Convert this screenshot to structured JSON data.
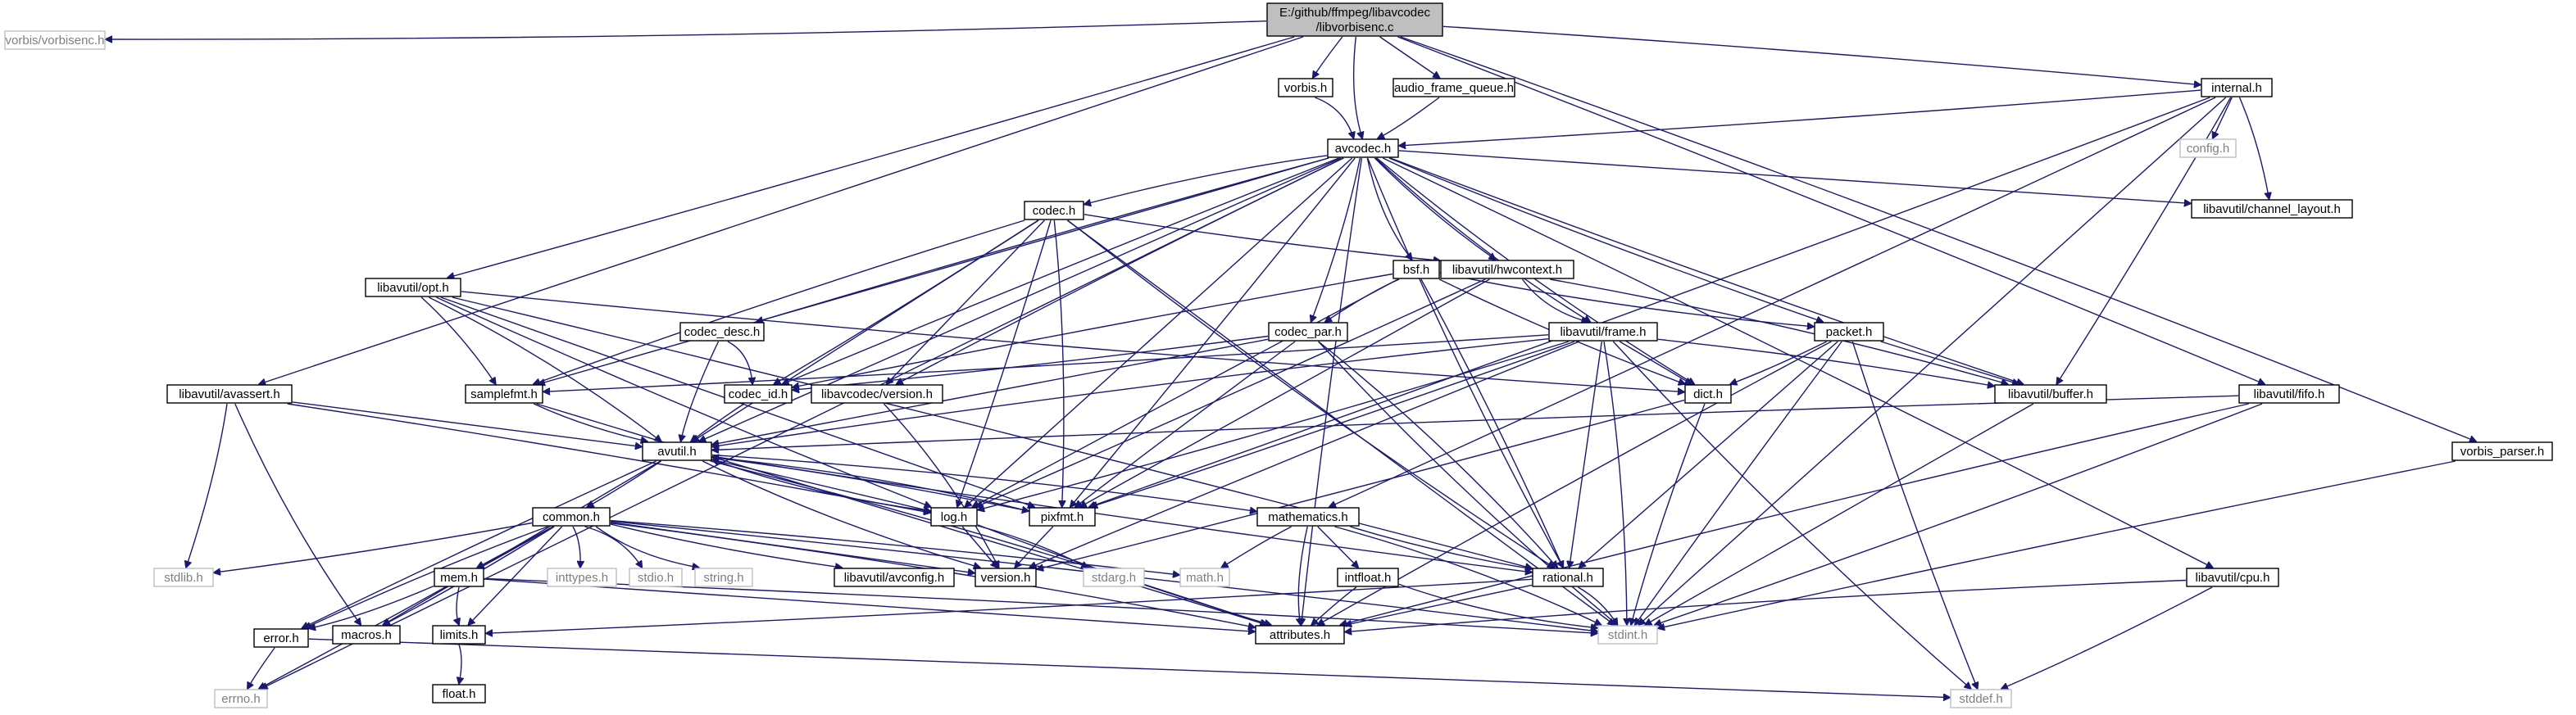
{
  "diagram": {
    "root": "E:/github/ffmpeg/libavcodec/libvorbisenc.c",
    "nodes": [
      {
        "id": "root",
        "lines": [
          "E:/github/ffmpeg/libavcodec",
          "/libvorbisenc.c"
        ],
        "documented": true,
        "root": true
      },
      {
        "id": "vorbisenc_h",
        "lines": [
          "vorbis/vorbisenc.h"
        ],
        "documented": false
      },
      {
        "id": "vorbis_h",
        "lines": [
          "vorbis.h"
        ],
        "documented": true
      },
      {
        "id": "audio_frame_queue_h",
        "lines": [
          "audio_frame_queue.h"
        ],
        "documented": true
      },
      {
        "id": "internal_h",
        "lines": [
          "internal.h"
        ],
        "documented": true
      },
      {
        "id": "vorbis_parser_h",
        "lines": [
          "vorbis_parser.h"
        ],
        "documented": true
      },
      {
        "id": "avcodec_h",
        "lines": [
          "avcodec.h"
        ],
        "documented": true
      },
      {
        "id": "config_h",
        "lines": [
          "config.h"
        ],
        "documented": false
      },
      {
        "id": "channel_layout_h",
        "lines": [
          "libavutil/channel_layout.h"
        ],
        "documented": true
      },
      {
        "id": "codec_h",
        "lines": [
          "codec.h"
        ],
        "documented": true
      },
      {
        "id": "bsf_h",
        "lines": [
          "bsf.h"
        ],
        "documented": true
      },
      {
        "id": "hwcontext_h",
        "lines": [
          "libavutil/hwcontext.h"
        ],
        "documented": true
      },
      {
        "id": "opt_h",
        "lines": [
          "libavutil/opt.h"
        ],
        "documented": true
      },
      {
        "id": "codec_desc_h",
        "lines": [
          "codec_desc.h"
        ],
        "documented": true
      },
      {
        "id": "codec_par_h",
        "lines": [
          "codec_par.h"
        ],
        "documented": true
      },
      {
        "id": "frame_h",
        "lines": [
          "libavutil/frame.h"
        ],
        "documented": true
      },
      {
        "id": "packet_h",
        "lines": [
          "packet.h"
        ],
        "documented": true
      },
      {
        "id": "avassert_h",
        "lines": [
          "libavutil/avassert.h"
        ],
        "documented": true
      },
      {
        "id": "samplefmt_h",
        "lines": [
          "samplefmt.h"
        ],
        "documented": true
      },
      {
        "id": "codec_id_h",
        "lines": [
          "codec_id.h"
        ],
        "documented": true
      },
      {
        "id": "lc_version_h",
        "lines": [
          "libavcodec/version.h"
        ],
        "documented": true
      },
      {
        "id": "dict_h",
        "lines": [
          "dict.h"
        ],
        "documented": true
      },
      {
        "id": "buffer_h",
        "lines": [
          "libavutil/buffer.h"
        ],
        "documented": true
      },
      {
        "id": "fifo_h",
        "lines": [
          "libavutil/fifo.h"
        ],
        "documented": true
      },
      {
        "id": "avutil_h",
        "lines": [
          "avutil.h"
        ],
        "documented": true
      },
      {
        "id": "log_h",
        "lines": [
          "log.h"
        ],
        "documented": true
      },
      {
        "id": "pixfmt_h",
        "lines": [
          "pixfmt.h"
        ],
        "documented": true
      },
      {
        "id": "mathematics_h",
        "lines": [
          "mathematics.h"
        ],
        "documented": true
      },
      {
        "id": "common_h",
        "lines": [
          "common.h"
        ],
        "documented": true
      },
      {
        "id": "stdlib_h",
        "lines": [
          "stdlib.h"
        ],
        "documented": false
      },
      {
        "id": "mem_h",
        "lines": [
          "mem.h"
        ],
        "documented": true
      },
      {
        "id": "inttypes_h",
        "lines": [
          "inttypes.h"
        ],
        "documented": false
      },
      {
        "id": "stdio_h",
        "lines": [
          "stdio.h"
        ],
        "documented": false
      },
      {
        "id": "string_h",
        "lines": [
          "string.h"
        ],
        "documented": false
      },
      {
        "id": "avconfig_h",
        "lines": [
          "libavutil/avconfig.h"
        ],
        "documented": true
      },
      {
        "id": "version_h",
        "lines": [
          "version.h"
        ],
        "documented": true
      },
      {
        "id": "stdarg_h",
        "lines": [
          "stdarg.h"
        ],
        "documented": false
      },
      {
        "id": "math_h",
        "lines": [
          "math.h"
        ],
        "documented": false
      },
      {
        "id": "intfloat_h",
        "lines": [
          "intfloat.h"
        ],
        "documented": true
      },
      {
        "id": "rational_h",
        "lines": [
          "rational.h"
        ],
        "documented": true
      },
      {
        "id": "cpu_h",
        "lines": [
          "libavutil/cpu.h"
        ],
        "documented": true
      },
      {
        "id": "error_h",
        "lines": [
          "error.h"
        ],
        "documented": true
      },
      {
        "id": "macros_h",
        "lines": [
          "macros.h"
        ],
        "documented": true
      },
      {
        "id": "limits_h",
        "lines": [
          "limits.h"
        ],
        "documented": true
      },
      {
        "id": "attributes_h",
        "lines": [
          "attributes.h"
        ],
        "documented": true
      },
      {
        "id": "stdint_h",
        "lines": [
          "stdint.h"
        ],
        "documented": false
      },
      {
        "id": "errno_h",
        "lines": [
          "errno.h"
        ],
        "documented": false
      },
      {
        "id": "float_h",
        "lines": [
          "float.h"
        ],
        "documented": true
      },
      {
        "id": "stddef_h",
        "lines": [
          "stddef.h"
        ],
        "documented": false
      }
    ],
    "edges": [
      [
        "root",
        "vorbisenc_h"
      ],
      [
        "root",
        "vorbis_h"
      ],
      [
        "root",
        "audio_frame_queue_h"
      ],
      [
        "root",
        "internal_h"
      ],
      [
        "root",
        "vorbis_parser_h"
      ],
      [
        "root",
        "avcodec_h"
      ],
      [
        "root",
        "opt_h"
      ],
      [
        "root",
        "avassert_h"
      ],
      [
        "root",
        "fifo_h"
      ],
      [
        "vorbis_h",
        "avcodec_h"
      ],
      [
        "audio_frame_queue_h",
        "avcodec_h"
      ],
      [
        "internal_h",
        "avcodec_h"
      ],
      [
        "internal_h",
        "config_h"
      ],
      [
        "internal_h",
        "channel_layout_h"
      ],
      [
        "internal_h",
        "buffer_h"
      ],
      [
        "internal_h",
        "pixfmt_h"
      ],
      [
        "internal_h",
        "mathematics_h"
      ],
      [
        "internal_h",
        "stdint_h"
      ],
      [
        "vorbis_parser_h",
        "stdint_h"
      ],
      [
        "avcodec_h",
        "codec_h"
      ],
      [
        "avcodec_h",
        "bsf_h"
      ],
      [
        "avcodec_h",
        "hwcontext_h"
      ],
      [
        "avcodec_h",
        "channel_layout_h"
      ],
      [
        "avcodec_h",
        "codec_desc_h"
      ],
      [
        "avcodec_h",
        "codec_par_h"
      ],
      [
        "avcodec_h",
        "frame_h"
      ],
      [
        "avcodec_h",
        "packet_h"
      ],
      [
        "avcodec_h",
        "samplefmt_h"
      ],
      [
        "avcodec_h",
        "codec_id_h"
      ],
      [
        "avcodec_h",
        "lc_version_h"
      ],
      [
        "avcodec_h",
        "dict_h"
      ],
      [
        "avcodec_h",
        "buffer_h"
      ],
      [
        "avcodec_h",
        "avutil_h"
      ],
      [
        "avcodec_h",
        "log_h"
      ],
      [
        "avcodec_h",
        "pixfmt_h"
      ],
      [
        "avcodec_h",
        "rational_h"
      ],
      [
        "avcodec_h",
        "attributes_h"
      ],
      [
        "avcodec_h",
        "errno_h"
      ],
      [
        "avcodec_h",
        "cpu_h"
      ],
      [
        "codec_h",
        "samplefmt_h"
      ],
      [
        "codec_h",
        "codec_id_h"
      ],
      [
        "codec_h",
        "lc_version_h"
      ],
      [
        "codec_h",
        "avutil_h"
      ],
      [
        "codec_h",
        "log_h"
      ],
      [
        "codec_h",
        "pixfmt_h"
      ],
      [
        "codec_h",
        "rational_h"
      ],
      [
        "codec_h",
        "hwcontext_h"
      ],
      [
        "codec_h",
        "stdint_h"
      ],
      [
        "bsf_h",
        "codec_id_h"
      ],
      [
        "bsf_h",
        "codec_par_h"
      ],
      [
        "bsf_h",
        "packet_h"
      ],
      [
        "bsf_h",
        "dict_h"
      ],
      [
        "bsf_h",
        "log_h"
      ],
      [
        "bsf_h",
        "rational_h"
      ],
      [
        "hwcontext_h",
        "buffer_h"
      ],
      [
        "hwcontext_h",
        "frame_h"
      ],
      [
        "hwcontext_h",
        "log_h"
      ],
      [
        "hwcontext_h",
        "pixfmt_h"
      ],
      [
        "opt_h",
        "samplefmt_h"
      ],
      [
        "opt_h",
        "avutil_h"
      ],
      [
        "opt_h",
        "dict_h"
      ],
      [
        "opt_h",
        "log_h"
      ],
      [
        "opt_h",
        "pixfmt_h"
      ],
      [
        "opt_h",
        "rational_h"
      ],
      [
        "codec_desc_h",
        "codec_id_h"
      ],
      [
        "codec_desc_h",
        "avutil_h"
      ],
      [
        "codec_par_h",
        "codec_id_h"
      ],
      [
        "codec_par_h",
        "avutil_h"
      ],
      [
        "codec_par_h",
        "pixfmt_h"
      ],
      [
        "codec_par_h",
        "rational_h"
      ],
      [
        "codec_par_h",
        "stdint_h"
      ],
      [
        "frame_h",
        "samplefmt_h"
      ],
      [
        "frame_h",
        "dict_h"
      ],
      [
        "frame_h",
        "buffer_h"
      ],
      [
        "frame_h",
        "avutil_h"
      ],
      [
        "frame_h",
        "log_h"
      ],
      [
        "frame_h",
        "pixfmt_h"
      ],
      [
        "frame_h",
        "rational_h"
      ],
      [
        "frame_h",
        "version_h"
      ],
      [
        "frame_h",
        "stdint_h"
      ],
      [
        "frame_h",
        "stddef_h"
      ],
      [
        "packet_h",
        "dict_h"
      ],
      [
        "packet_h",
        "buffer_h"
      ],
      [
        "packet_h",
        "rational_h"
      ],
      [
        "packet_h",
        "attributes_h"
      ],
      [
        "packet_h",
        "stdint_h"
      ],
      [
        "packet_h",
        "stddef_h"
      ],
      [
        "avassert_h",
        "avutil_h"
      ],
      [
        "avassert_h",
        "log_h"
      ],
      [
        "avassert_h",
        "stdlib_h"
      ],
      [
        "avassert_h",
        "macros_h"
      ],
      [
        "samplefmt_h",
        "avutil_h"
      ],
      [
        "samplefmt_h",
        "attributes_h"
      ],
      [
        "codec_id_h",
        "avutil_h"
      ],
      [
        "lc_version_h",
        "version_h"
      ],
      [
        "dict_h",
        "stdint_h"
      ],
      [
        "dict_h",
        "version_h"
      ],
      [
        "buffer_h",
        "stdint_h"
      ],
      [
        "fifo_h",
        "avutil_h"
      ],
      [
        "fifo_h",
        "attributes_h"
      ],
      [
        "fifo_h",
        "stdint_h"
      ],
      [
        "avutil_h",
        "common_h"
      ],
      [
        "avutil_h",
        "log_h"
      ],
      [
        "avutil_h",
        "pixfmt_h"
      ],
      [
        "avutil_h",
        "mathematics_h"
      ],
      [
        "avutil_h",
        "version_h"
      ],
      [
        "avutil_h",
        "rational_h"
      ],
      [
        "avutil_h",
        "macros_h"
      ],
      [
        "avutil_h",
        "error_h"
      ],
      [
        "avutil_h",
        "attributes_h"
      ],
      [
        "log_h",
        "avutil_h"
      ],
      [
        "log_h",
        "attributes_h"
      ],
      [
        "log_h",
        "version_h"
      ],
      [
        "log_h",
        "stdarg_h"
      ],
      [
        "pixfmt_h",
        "avutil_h"
      ],
      [
        "pixfmt_h",
        "version_h"
      ],
      [
        "mathematics_h",
        "rational_h"
      ],
      [
        "mathematics_h",
        "intfloat_h"
      ],
      [
        "mathematics_h",
        "math_h"
      ],
      [
        "mathematics_h",
        "stdint_h"
      ],
      [
        "mathematics_h",
        "attributes_h"
      ],
      [
        "common_h",
        "stdlib_h"
      ],
      [
        "common_h",
        "mem_h"
      ],
      [
        "common_h",
        "inttypes_h"
      ],
      [
        "common_h",
        "stdio_h"
      ],
      [
        "common_h",
        "string_h"
      ],
      [
        "common_h",
        "avconfig_h"
      ],
      [
        "common_h",
        "version_h"
      ],
      [
        "common_h",
        "math_h"
      ],
      [
        "common_h",
        "attributes_h"
      ],
      [
        "common_h",
        "macros_h"
      ],
      [
        "common_h",
        "errno_h"
      ],
      [
        "common_h",
        "limits_h"
      ],
      [
        "common_h",
        "stdint_h"
      ],
      [
        "common_h",
        "error_h"
      ],
      [
        "mem_h",
        "error_h"
      ],
      [
        "mem_h",
        "limits_h"
      ],
      [
        "mem_h",
        "attributes_h"
      ],
      [
        "mem_h",
        "stdint_h"
      ],
      [
        "intfloat_h",
        "attributes_h"
      ],
      [
        "intfloat_h",
        "stdint_h"
      ],
      [
        "rational_h",
        "limits_h"
      ],
      [
        "rational_h",
        "attributes_h"
      ],
      [
        "rational_h",
        "stdint_h"
      ],
      [
        "cpu_h",
        "attributes_h"
      ],
      [
        "cpu_h",
        "stddef_h"
      ],
      [
        "error_h",
        "errno_h"
      ],
      [
        "error_h",
        "stddef_h"
      ],
      [
        "limits_h",
        "float_h"
      ]
    ]
  }
}
